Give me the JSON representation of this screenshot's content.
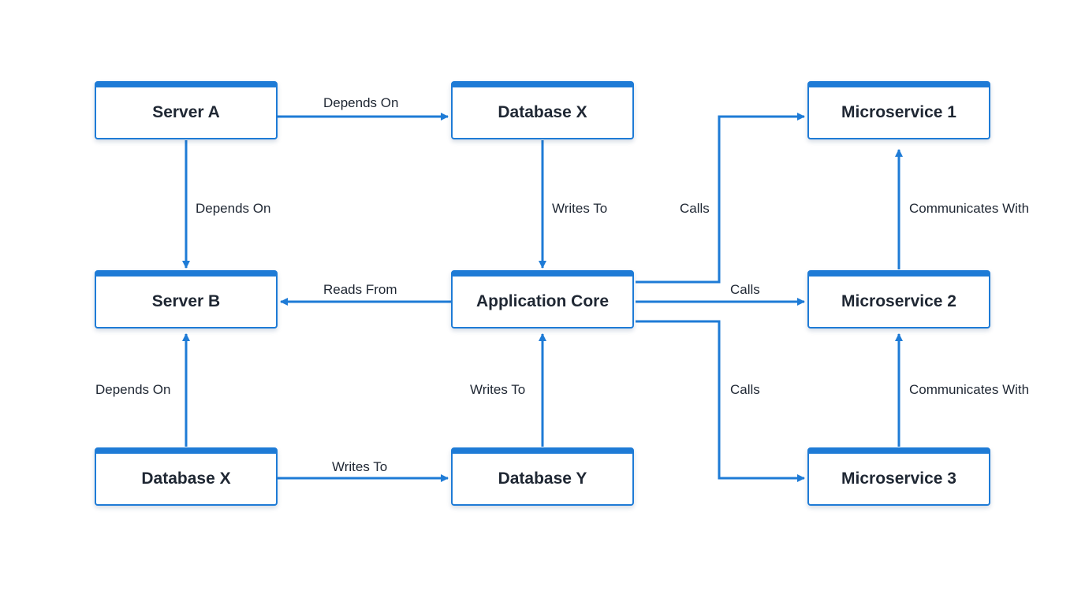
{
  "accent_color": "#1e7bd6",
  "nodes": {
    "server_a": "Server A",
    "database_x_top": "Database X",
    "microservice_1": "Microservice 1",
    "server_b": "Server B",
    "application_core": "Application Core",
    "microservice_2": "Microservice 2",
    "database_x_bottom": "Database X",
    "database_y": "Database Y",
    "microservice_3": "Microservice 3"
  },
  "edges": {
    "server_a_to_database_x": "Depends On",
    "server_a_to_server_b": "Depends On",
    "database_x_to_application_core": "Writes To",
    "application_core_to_server_b": "Reads From",
    "database_x_bottom_to_server_b": "Depends On",
    "database_x_bottom_to_database_y": "Writes To",
    "database_y_to_application_core": "Writes To",
    "application_core_to_microservice_1": "Calls",
    "application_core_to_microservice_2": "Calls",
    "application_core_to_microservice_3": "Calls",
    "microservice_2_to_microservice_1": "Communicates With",
    "microservice_3_to_microservice_2": "Communicates With"
  }
}
